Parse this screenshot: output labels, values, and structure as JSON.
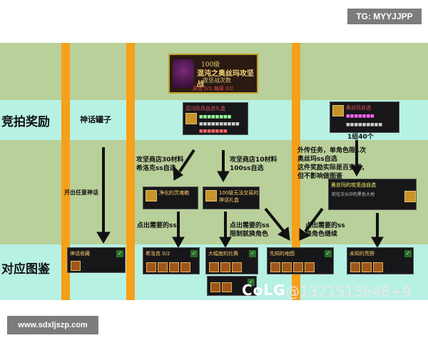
{
  "tg_label": "TG: MYYJJPP",
  "site_label": "www.sdxljszp.com",
  "row_labels": {
    "auction": "竞拍奖励",
    "collection": "对应图鉴"
  },
  "banner": {
    "level": "100级",
    "title": "混沌之奥丝玛攻坚战",
    "subtitle": "攻坚战次数",
    "stats": "周目 0/1 每周 0/2"
  },
  "auction_left": "神话罐子",
  "arrow_note_left": "开出任意神话",
  "mid_notes": {
    "a": "攻坚商店30材料\n希洛克ss自选",
    "b": "攻坚商店10材料\n100ss自选"
  },
  "right_note_top": "1组40个",
  "right_note_long": "外传任务，单角色限1次\n奥丝玛ss自选\n这件奖励实际是百变怪，\n但不影响做图鉴",
  "lower_notes": {
    "a": "点出需要的ss",
    "b": "点出需要的ss\n限制就换角色",
    "c": "点出需要的ss\n换角色继续"
  },
  "panels": {
    "top_mid": "混沌防具自选礼盒",
    "top_right": "奥丝玛自选",
    "mid_left": "净化的灵魂箱",
    "mid_mid": "100级无法交易的神话礼盒",
    "right_mid": "奥丝玛的攻坚战自选",
    "right_mid_sub": "前往次元中的黑色大地",
    "b1": "神话收藏",
    "b2": "希洛克 0/2",
    "b3": "大幅度的比赛",
    "b4": "先知的地图",
    "b5": "未知的荒野"
  },
  "footer_watermark": "@1321515646+9",
  "colg_logo": "CoLG"
}
